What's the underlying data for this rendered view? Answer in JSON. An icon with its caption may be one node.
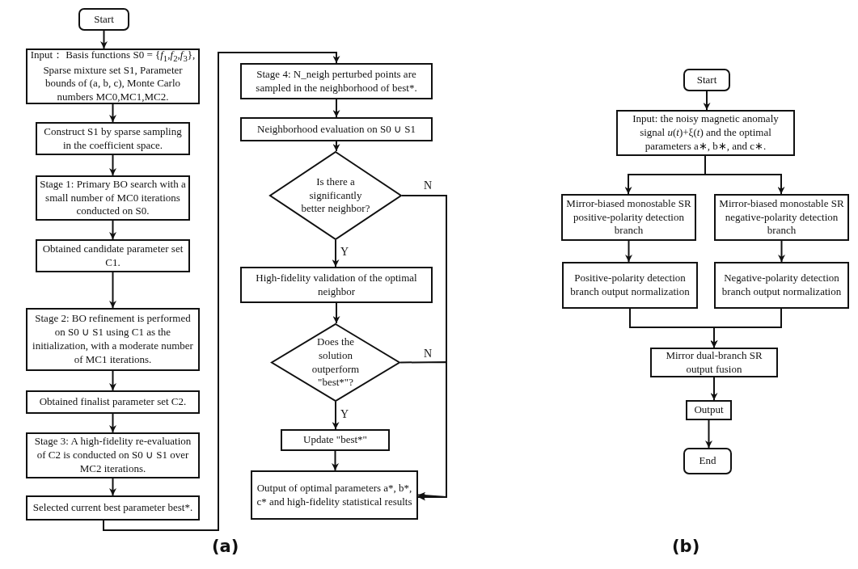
{
  "diagram": {
    "nodes": [
      {
        "text": [
          "Start"
        ]
      },
      {
        "text": [
          "Input： Basis functions S0 = {*f*$_{1}$,*f*$_{2}$,*f*$_{3}$}, Sparse mixture set S1, Parameter bounds of (a, b, c), Monte Carlo numbers MC0,MC1,MC2."
        ]
      },
      {
        "text": [
          "Construct S1 by sparse sampling in the coefficient space."
        ]
      },
      {
        "text": [
          "Stage 1: Primary BO search with a small number of MC0 iterations conducted on S0."
        ]
      },
      {
        "text": [
          "Obtained candidate parameter set C1."
        ]
      },
      {
        "text": [
          "Stage 2: BO refinement is performed on S0 ∪ S1 using C1 as the initialization, with a moderate number of MC1 iterations."
        ]
      },
      {
        "text": [
          "Obtained finalist parameter set C2."
        ]
      },
      {
        "text": [
          "Stage 3: A high-fidelity re-evaluation of C2 is conducted on S0 ∪ S1 over MC2 iterations."
        ]
      },
      {
        "text": [
          "Selected current best parameter best*."
        ]
      },
      {
        "text": [
          "Stage 4: N_neigh perturbed points are sampled in the neighborhood of best*."
        ]
      },
      {
        "text": [
          "Neighborhood evaluation on S0 ∪ S1"
        ]
      },
      {
        "text": [
          "Is there a significantly better neighbor?"
        ]
      },
      {
        "text": [
          "High-fidelity validation of the optimal neighbor"
        ]
      },
      {
        "text": [
          "Does the solution outperform \"best*\"?"
        ]
      },
      {
        "text": [
          "Update \"best*\""
        ]
      },
      {
        "text": [
          "Output of optimal parameters a*, b*, c* and high-fidelity statistical results"
        ]
      },
      {
        "text": [
          "Start"
        ]
      },
      {
        "text": [
          "Input: the noisy magnetic anomaly signal *u*(*t*)+ξ(*t*) and the optimal parameters a∗, b∗, and c∗."
        ]
      },
      {
        "text": [
          "Mirror-biased monostable SR positive-polarity detection branch"
        ]
      },
      {
        "text": [
          "Mirror-biased monostable SR negative-polarity detection branch"
        ]
      },
      {
        "text": [
          "Positive-polarity detection branch output normalization"
        ]
      },
      {
        "text": [
          "Negative-polarity detection branch output normalization"
        ]
      },
      {
        "text": [
          "Mirror dual-branch SR output fusion"
        ]
      },
      {
        "text": [
          "Output"
        ]
      },
      {
        "text": [
          "End"
        ]
      }
    ],
    "edges": [
      {
        "from": 0,
        "to": 1,
        "arrow": "to"
      },
      {
        "from": 1,
        "to": 2,
        "arrow": "to"
      },
      {
        "from": 2,
        "to": 3,
        "arrow": "to"
      },
      {
        "from": 3,
        "to": 4,
        "arrow": "to"
      },
      {
        "from": 4,
        "to": 5,
        "arrow": "to"
      },
      {
        "from": 5,
        "to": 6,
        "arrow": "to"
      },
      {
        "from": 6,
        "to": 7,
        "arrow": "to"
      },
      {
        "from": 7,
        "to": 8,
        "arrow": "to"
      },
      {
        "from": 8,
        "to": 9,
        "arrow": "to"
      },
      {
        "from": 9,
        "to": 10,
        "arrow": "to"
      },
      {
        "from": 10,
        "to": 11,
        "arrow": "to"
      },
      {
        "from": 11,
        "to": 12,
        "arrow": "to",
        "label": "Y"
      },
      {
        "from": 11,
        "to": 15,
        "arrow": "to",
        "label": "N"
      },
      {
        "from": 12,
        "to": 13,
        "arrow": "to"
      },
      {
        "from": 13,
        "to": 14,
        "arrow": "to",
        "label": "Y"
      },
      {
        "from": 13,
        "to": 15,
        "arrow": "to",
        "label": "N"
      },
      {
        "from": 14,
        "to": 15,
        "arrow": "to"
      },
      {
        "from": 16,
        "to": 17,
        "arrow": "to"
      },
      {
        "from": 17,
        "to": 18,
        "arrow": "to"
      },
      {
        "from": 17,
        "to": 19,
        "arrow": "to"
      },
      {
        "from": 18,
        "to": 20,
        "arrow": "to"
      },
      {
        "from": 19,
        "to": 21,
        "arrow": "to"
      },
      {
        "from": 20,
        "to": 22,
        "arrow": "to"
      },
      {
        "from": 21,
        "to": 22,
        "arrow": "to"
      },
      {
        "from": 22,
        "to": 23,
        "arrow": "to"
      },
      {
        "from": 23,
        "to": 24,
        "arrow": "to"
      }
    ],
    "labels": [
      "(a)",
      "(b)"
    ]
  }
}
